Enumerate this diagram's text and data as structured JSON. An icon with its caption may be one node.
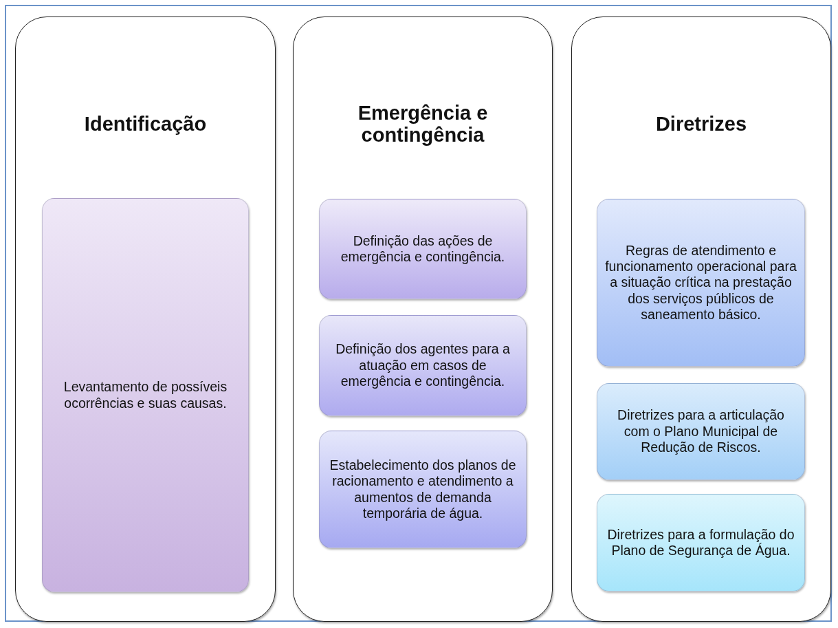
{
  "diagram": {
    "nodes": [
      {
        "text": [
          "Identificação"
        ]
      },
      {
        "text": [
          "Levantamento de possíveis ocorrências e suas causas."
        ],
        "in": 0
      },
      {
        "text": [
          "Emergência e contingência"
        ]
      },
      {
        "text": [
          "Definição das ações de emergência e contingência."
        ],
        "in": 2
      },
      {
        "text": [
          "Definição dos agentes para a atuação em casos de emergência e contingência."
        ],
        "in": 2
      },
      {
        "text": [
          "Estabelecimento dos planos de racionamento e atendimento a aumentos de demanda temporária de água."
        ],
        "in": 2
      },
      {
        "text": [
          "Diretrizes"
        ]
      },
      {
        "text": [
          "Regras de atendimento e funcionamento operacional para a situação crítica na prestação dos serviços públicos de saneamento básico."
        ],
        "in": 6
      },
      {
        "text": [
          "Diretrizes para a articulação com o Plano Municipal de Redução de Riscos."
        ],
        "in": 6
      },
      {
        "text": [
          "Diretrizes para a formulação do Plano de Segurança de Água."
        ],
        "in": 6
      }
    ],
    "edges": []
  }
}
